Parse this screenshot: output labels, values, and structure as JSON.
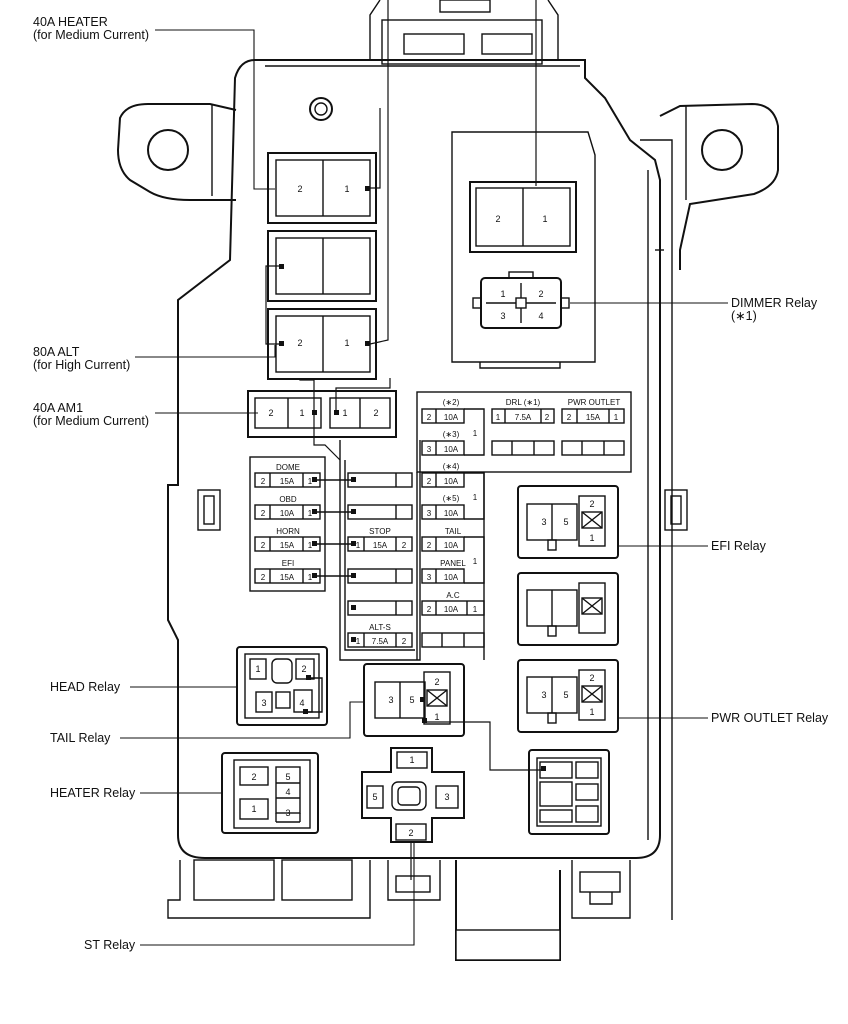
{
  "callouts": {
    "heater_40a": {
      "title": "40A HEATER",
      "sub": "(for Medium Current)"
    },
    "alt_80a": {
      "title": "80A ALT",
      "sub": "(for High Current)"
    },
    "am1_40a": {
      "title": "40A AM1",
      "sub": "(for Medium Current)"
    },
    "dimmer_relay": {
      "title": "DIMMER Relay",
      "sub": "(∗1)"
    },
    "efi_relay": "EFI Relay",
    "pwr_outlet_relay": "PWR OUTLET Relay",
    "head_relay": "HEAD Relay",
    "tail_relay": "TAIL Relay",
    "heater_relay": "HEATER Relay",
    "st_relay": "ST Relay"
  },
  "fusible_links": {
    "heater": {
      "pin_left": "2",
      "pin_right": "1"
    },
    "alt": {
      "pin_left": "2",
      "pin_right": "1"
    },
    "am1_left": {
      "pin_left": "2",
      "pin_right": "1"
    },
    "am1_right": {
      "pin_left": "1",
      "pin_right": "2"
    },
    "top_right": {
      "pin_left": "2",
      "pin_right": "1"
    }
  },
  "dimmer_pins": [
    "1",
    "2",
    "3",
    "4"
  ],
  "left_fuses": [
    {
      "name": "DOME",
      "pins": [
        "2",
        "15A",
        "1"
      ]
    },
    {
      "name": "OBD",
      "pins": [
        "2",
        "10A",
        "1"
      ]
    },
    {
      "name": "HORN",
      "pins": [
        "2",
        "15A",
        "1"
      ]
    },
    {
      "name": "EFI",
      "pins": [
        "2",
        "15A",
        "1"
      ]
    }
  ],
  "center_fuses": {
    "stop": {
      "name": "STOP",
      "pins": [
        "1",
        "15A",
        "2"
      ]
    },
    "alts": {
      "name": "ALT-S",
      "pins": [
        "1",
        "7.5A",
        "2"
      ]
    }
  },
  "right_fuses": {
    "note2": "(∗2)",
    "f1": [
      "2",
      "10A"
    ],
    "note3": "(∗3)",
    "f2": [
      "3",
      "10A"
    ],
    "pin_common_a": "1",
    "drl": {
      "name": "DRL (∗1)",
      "pins": [
        "1",
        "7.5A",
        "2"
      ]
    },
    "pwr_outlet": {
      "name": "PWR OUTLET",
      "pins": [
        "2",
        "15A",
        "1"
      ]
    },
    "note4": "(∗4)",
    "f3": [
      "2",
      "10A"
    ],
    "note5": "(∗5)",
    "f4": [
      "3",
      "10A"
    ],
    "pin_common_b": "1",
    "tail": {
      "name": "TAIL",
      "pins": [
        "2",
        "10A"
      ]
    },
    "panel": {
      "name": "PANEL",
      "pins": [
        "3",
        "10A"
      ]
    },
    "pin_common_c": "1",
    "ac": {
      "name": "A.C",
      "pins": [
        "2",
        "10A",
        "1"
      ]
    }
  },
  "efi_relay_pins": [
    "3",
    "5",
    "2",
    "1"
  ],
  "pwr_relay_pins": [
    "3",
    "5",
    "2",
    "1"
  ],
  "tail_relay_pins": [
    "3",
    "5",
    "2",
    "1"
  ],
  "head_relay_pins": [
    "1",
    "2",
    "3",
    "4"
  ],
  "heater_relay_pins": [
    "2",
    "5",
    "4",
    "1",
    "3"
  ],
  "st_relay_pins": [
    "1",
    "5",
    "3",
    "2"
  ]
}
